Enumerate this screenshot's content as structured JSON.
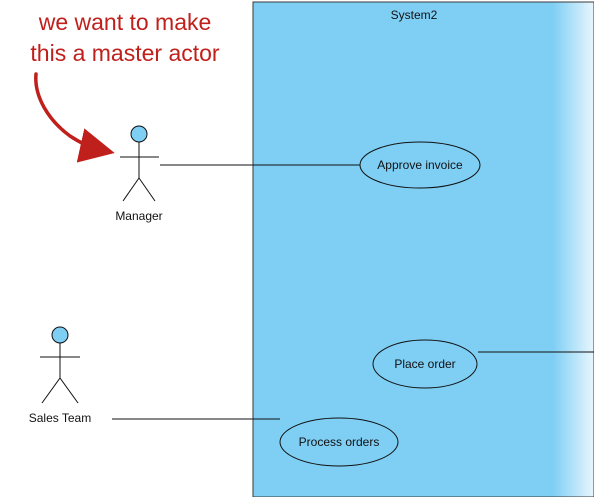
{
  "diagram": {
    "system": {
      "name": "System2",
      "fill": "#7fcff5",
      "edge_fade": "#e9f6fd"
    },
    "actors": [
      {
        "id": "manager",
        "label": "Manager"
      },
      {
        "id": "sales-team",
        "label": "Sales Team"
      }
    ],
    "use_cases": [
      {
        "id": "approve-invoice",
        "label": "Approve invoice"
      },
      {
        "id": "place-order",
        "label": "Place order"
      },
      {
        "id": "process-orders",
        "label": "Process orders"
      }
    ],
    "callout": {
      "line1": "we want to make",
      "line2": "this a master actor",
      "color": "#c0201c"
    },
    "actor_head_color": "#7fcff5"
  }
}
